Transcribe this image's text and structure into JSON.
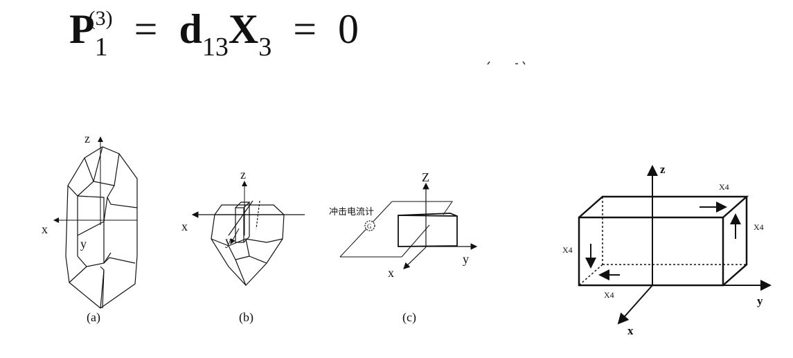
{
  "formula": {
    "P": "P",
    "P_sub": "1",
    "P_sup": "(3)",
    "eq1": "=",
    "d": "d",
    "d_sub": "13",
    "X": "X",
    "X_sub": "3",
    "eq2": "=",
    "rhs": "0"
  },
  "figures": {
    "a": {
      "caption": "(a)",
      "z": "z",
      "x": "x",
      "y": "y"
    },
    "b": {
      "caption": "(b)",
      "z": "z",
      "x": "x",
      "y": "y"
    },
    "c": {
      "caption": "(c)",
      "z": "Z",
      "x": "x",
      "y": "y",
      "galvanometer_label": "冲击电流计",
      "galvanometer_symbol": "G"
    },
    "d": {
      "z": "z",
      "x": "x",
      "y": "y",
      "stress_top": "X4",
      "stress_right": "X4",
      "stress_left": "X4",
      "stress_bottom": "X4"
    }
  }
}
